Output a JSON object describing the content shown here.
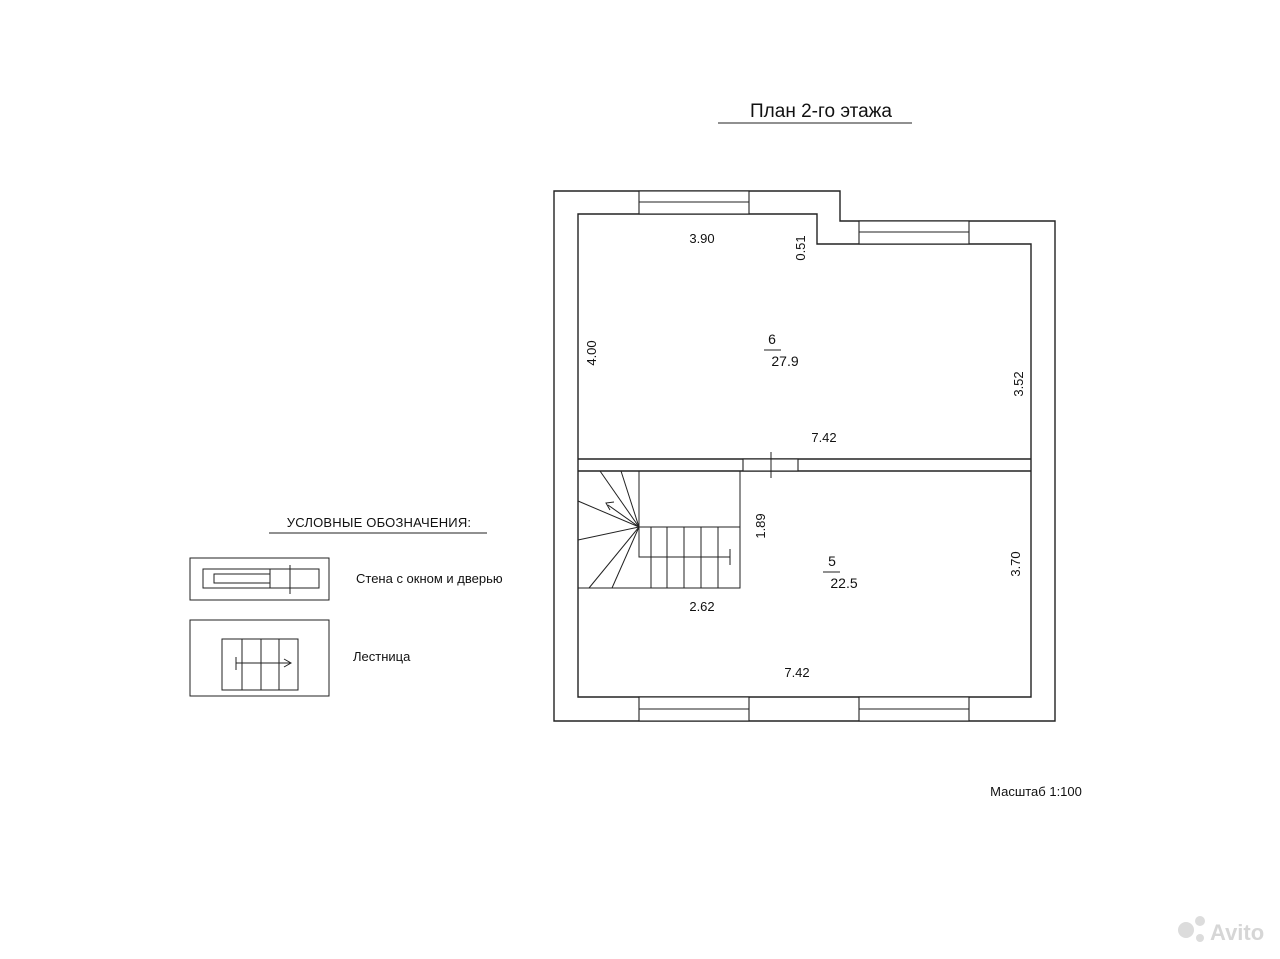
{
  "title": "План 2-го этажа",
  "dimensions": {
    "top_left_width": "3.90",
    "step_depth": "0.51",
    "left_height": "4.00",
    "right_height_top": "3.52",
    "mid_width": "7.42",
    "stair_height": "1.89",
    "stair_width": "2.62",
    "right_height_bottom": "3.70",
    "bottom_width": "7.42"
  },
  "rooms": [
    {
      "number": "6",
      "area": "27.9"
    },
    {
      "number": "5",
      "area": "22.5"
    }
  ],
  "legend": {
    "heading": "УСЛОВНЫЕ ОБОЗНАЧЕНИЯ:",
    "items": [
      {
        "label": "Стена с окном и дверью",
        "icon": "wall-window-door-icon"
      },
      {
        "label": "Лестница",
        "icon": "staircase-icon"
      }
    ]
  },
  "scale": "Масштаб 1:100",
  "watermark": "Avito",
  "colors": {
    "lines": "#222222",
    "background": "#ffffff"
  }
}
